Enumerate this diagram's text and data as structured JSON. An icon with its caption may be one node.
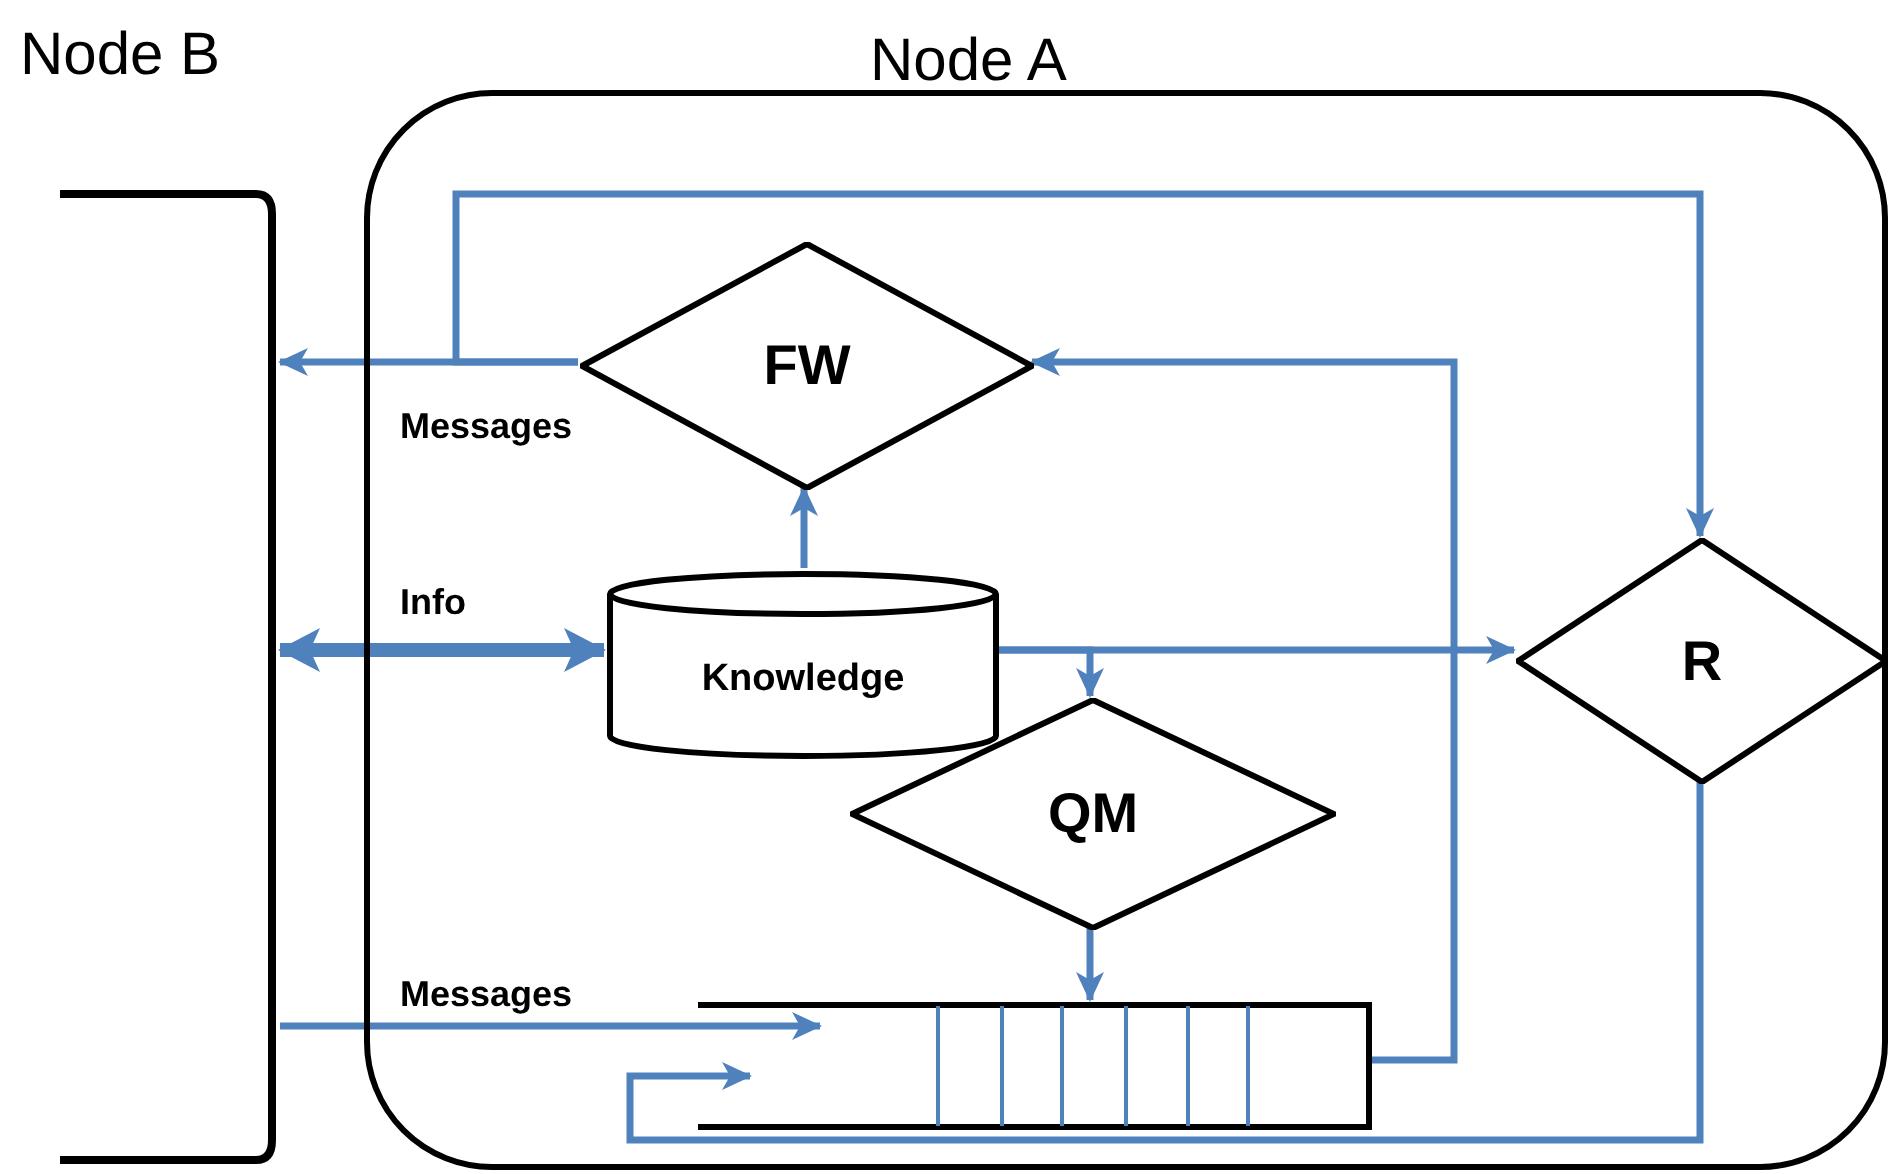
{
  "diagram": {
    "nodes": [
      {
        "text": [
          "Node A"
        ]
      },
      {
        "text": [
          "Node B"
        ]
      },
      {
        "text": [
          "FW"
        ],
        "in": 0
      },
      {
        "text": [
          "Knowledge"
        ],
        "in": 0
      },
      {
        "text": [
          "QM"
        ],
        "in": 0
      },
      {
        "text": [
          "R"
        ],
        "in": 0
      },
      {
        "text": [],
        "shape": "box",
        "in": 0
      }
    ],
    "edges": [
      {
        "from": 2,
        "to": 1,
        "arrow": "to",
        "label": "Messages"
      },
      {
        "from": 2,
        "to": 5,
        "arrow": "to"
      },
      {
        "from": 3,
        "to": 2,
        "arrow": "to"
      },
      {
        "from": 1,
        "to": 3,
        "arrow": "both",
        "style": "thick",
        "label": "Info"
      },
      {
        "from": 3,
        "to": 5,
        "arrow": "to"
      },
      {
        "from": 3,
        "to": 4,
        "arrow": "to"
      },
      {
        "from": 4,
        "to": 6,
        "arrow": "to"
      },
      {
        "from": 6,
        "to": 2,
        "arrow": "to"
      },
      {
        "from": 1,
        "to": 6,
        "arrow": "to",
        "label": "Messages"
      },
      {
        "from": 5,
        "to": 6,
        "arrow": "to"
      }
    ]
  }
}
